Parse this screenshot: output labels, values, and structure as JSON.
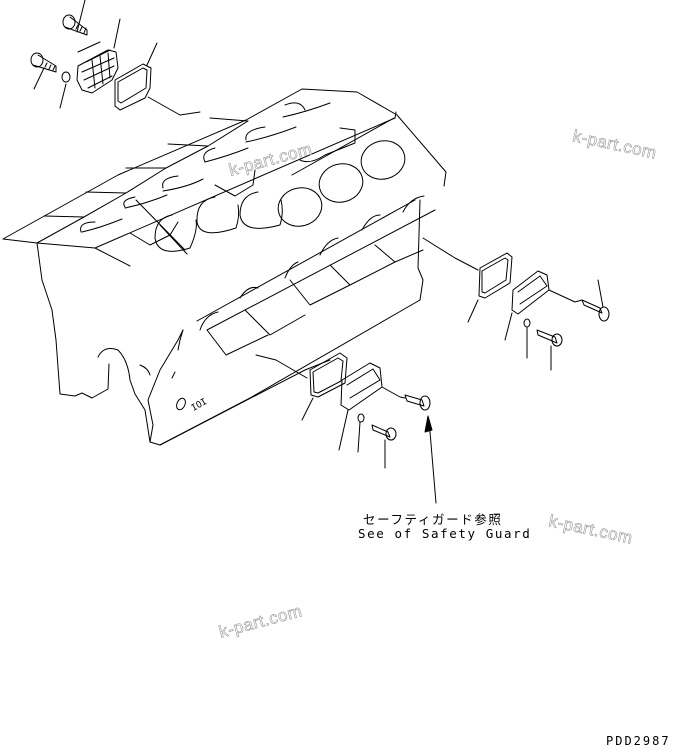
{
  "diagram": {
    "type": "exploded parts diagram",
    "subject": "Engine block side covers (cylinder block cover plates, gaskets, bolts, washers)",
    "drawing_code": "PDD2987",
    "reference_note": {
      "japanese": "セーフティガード参照",
      "english": "See of Safety Guard"
    },
    "watermarks": [
      "k-part.com",
      "k-part.com",
      "k-part.com",
      "k-part.com"
    ],
    "part_groups": [
      {
        "name": "top-left-cover-assembly",
        "parts": [
          "flange bolt",
          "flange bolt",
          "washer",
          "cover (ribbed)",
          "gasket"
        ]
      },
      {
        "name": "right-cover-assembly",
        "parts": [
          "gasket",
          "cover",
          "washer",
          "bolt",
          "flange bolt"
        ]
      },
      {
        "name": "center-cover-assembly",
        "parts": [
          "gasket",
          "cover",
          "washer",
          "bolt",
          "flange bolt"
        ]
      }
    ],
    "colors": {
      "line": "#000000",
      "background": "#ffffff",
      "watermark": "#9a9a9a"
    }
  }
}
